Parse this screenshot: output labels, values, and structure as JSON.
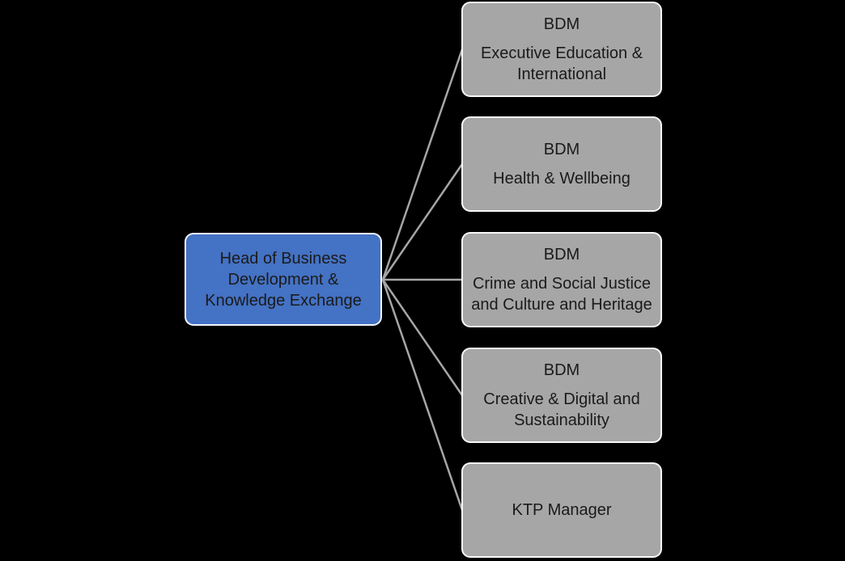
{
  "diagram": {
    "type": "org-chart",
    "background_color": "#000000",
    "connector_color": "#A6A6A6",
    "text_color": "#1A1A1A",
    "root": {
      "label": "Head of Business\nDevelopment &\nKnowledge Exchange",
      "fill_color": "#4472C4"
    },
    "children_fill_color": "#A6A6A6",
    "children": [
      {
        "title": "BDM",
        "subtitle": "Executive Education &\nInternational"
      },
      {
        "title": "BDM",
        "subtitle": "Health & Wellbeing"
      },
      {
        "title": "BDM",
        "subtitle": "Crime and Social Justice\nand Culture and Heritage"
      },
      {
        "title": "BDM",
        "subtitle": "Creative & Digital and\nSustainability"
      },
      {
        "title": "",
        "subtitle": "KTP Manager"
      }
    ]
  }
}
